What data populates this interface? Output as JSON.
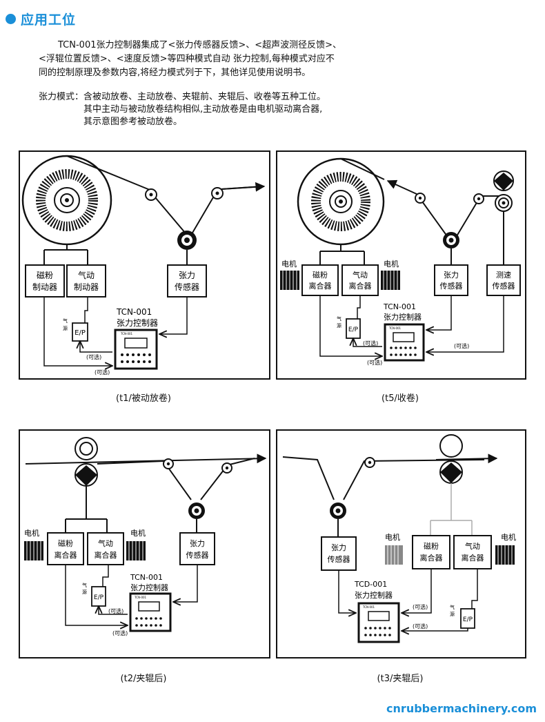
{
  "header": {
    "title": "应用工位"
  },
  "intro": [
    "TCN-001张力控制器集成了<张力传感器反馈>、<超声波测径反馈>、",
    "<浮辊位置反馈>、<速度反馈>等四种模式自动 张力控制,每种模式对应不",
    "同的控制原理及参数内容,将经力模式列于下，其他详见使用说明书。"
  ],
  "mode": {
    "label": "张力模式：",
    "lines": [
      "含被动放卷、主动放卷、夹辊前、夹辊后、收卷等五种工位。",
      "其中主动与被动放卷结构相似,主动放卷是由电机驱动离合器,",
      "其示意图参考被动放卷。"
    ]
  },
  "captions": {
    "t1": "(t1/被动放卷)",
    "t5": "(t5/收卷)",
    "t2": "(t2/夹辊后)",
    "t3": "(t3/夹辊后)"
  },
  "diagram_text": {
    "brake_1": "磁粉",
    "brake_2": "制动器",
    "pneu_1": "气动",
    "pneu_2": "制动器",
    "clutch_mp_1": "磁粉",
    "clutch_p_1": "气动",
    "clutch_2": "离合器",
    "tension_1": "张力",
    "tension_2": "传感器",
    "speed_1": "测速",
    "speed_2": "传感器",
    "motor": "电机",
    "ctrl_model": "TCN-001",
    "ctrl_model_tcd": "TCD-001",
    "ctrl_name": "张力控制器",
    "ctrl_screen": "TCN-001",
    "ep": "E/P",
    "air_1": "气",
    "air_2": "源",
    "optional": "(可选)"
  },
  "footer": {
    "site": "cnrubbermachinery.com"
  }
}
